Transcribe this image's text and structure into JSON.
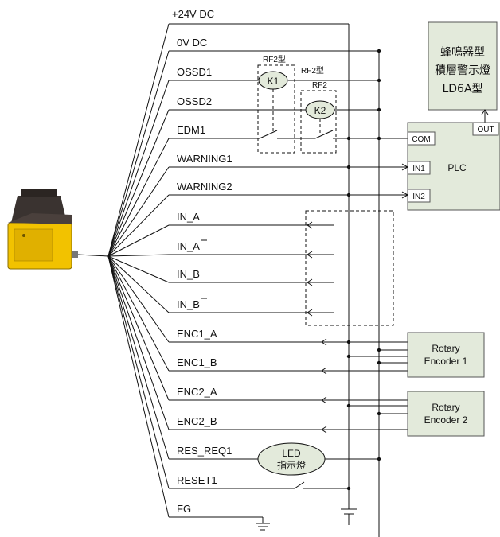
{
  "wires": {
    "w0": "+24V DC",
    "w1": "0V DC",
    "w2": "OSSD1",
    "w3": "OSSD2",
    "w4": "EDM1",
    "w5": "WARNING1",
    "w6": "WARNING2",
    "w7": "IN_A",
    "w8": "IN_A",
    "w9": "IN_B",
    "w10": "IN_B",
    "w11": "ENC1_A",
    "w12": "ENC1_B",
    "w13": "ENC2_A",
    "w14": "ENC2_B",
    "w15": "RES_REQ1",
    "w16": "RESET1",
    "w17": "FG"
  },
  "relays": {
    "k1_type": "RF2型",
    "k1_label": "K1",
    "k2_type": "RF2型",
    "k2_type_b": "RF2",
    "k2_label": "K2"
  },
  "buzzer": {
    "line1": "蜂鳴器型",
    "line2": "積層警示燈",
    "line3": "LD6A型",
    "out_port": "OUT"
  },
  "plc": {
    "name": "PLC",
    "ports": [
      "COM",
      "IN1",
      "IN2"
    ]
  },
  "encoders": [
    {
      "line1": "Rotary",
      "line2": "Encoder 1"
    },
    {
      "line1": "Rotary",
      "line2": "Encoder 2"
    }
  ],
  "led": {
    "line1": "LED",
    "line2": "指示燈"
  },
  "colors": {
    "module_fill": "#e3eadb",
    "module_stroke": "#555555",
    "sensor_yellow": "#f2c200",
    "sensor_dark": "#3a3330"
  }
}
